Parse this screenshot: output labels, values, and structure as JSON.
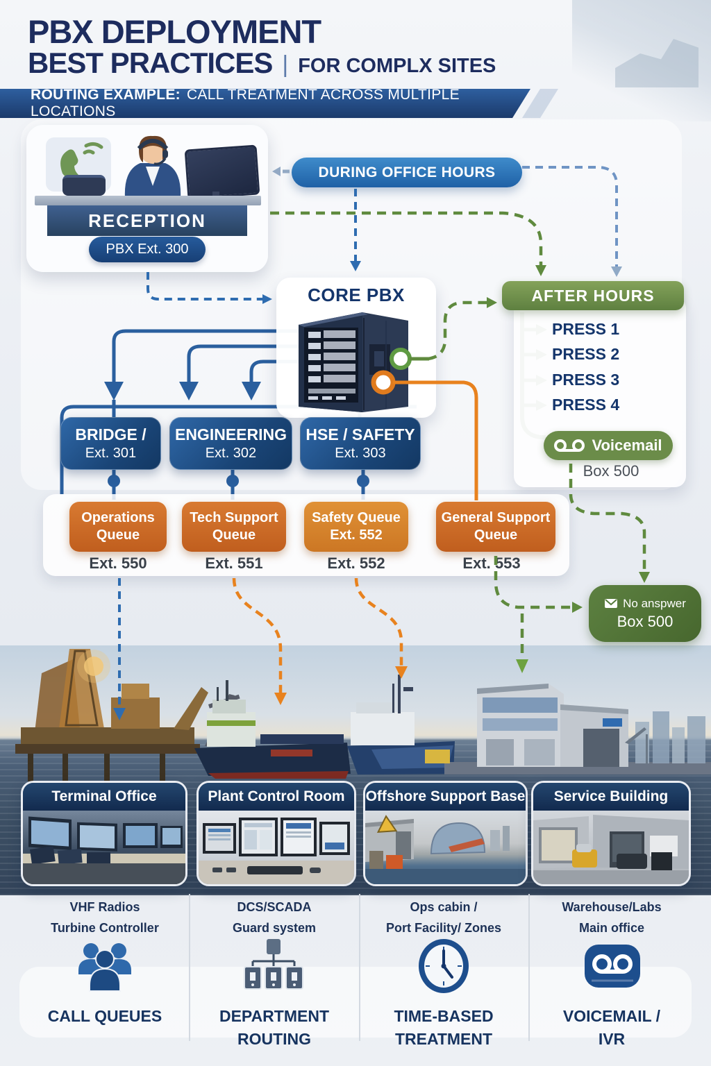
{
  "header": {
    "title_line1": "PBX DEPLOYMENT",
    "title_line2": "BEST PRACTICES",
    "title_divider": "|",
    "subtitle": "FOR COMPLX SITES",
    "banner_prefix": "ROUTING EXAMPLE:",
    "banner_text": "CALL TREATMENT ACROSS MULTIPLE LOCATIONS"
  },
  "reception": {
    "label": "RECEPTION",
    "extension": "PBX Ext. 300"
  },
  "flow": {
    "during_office_hours": "DURING OFFICE HOURS",
    "core_pbx": "CORE PBX",
    "after_hours": "AFTER HOURS",
    "press_options": [
      "PRESS 1",
      "PRESS 2",
      "PRESS 3",
      "PRESS 4"
    ],
    "voicemail_label": "Voicemail",
    "voicemail_box": "Box 500",
    "no_answer_line1": "No anspwer",
    "no_answer_line2": "Box 500"
  },
  "departments": [
    {
      "name": "BRIDGE /",
      "ext": "Ext. 301"
    },
    {
      "name": "ENGINEERING",
      "ext": "Ext. 302"
    },
    {
      "name": "HSE / SAFETY",
      "ext": "Ext. 303"
    }
  ],
  "queues": [
    {
      "line1": "Operations",
      "line2": "Queue",
      "ext": "Ext. 550"
    },
    {
      "line1": "Tech Support",
      "line2": "Queue",
      "ext": "Ext. 551"
    },
    {
      "line1": "Safety Queue",
      "line2": "Ext. 552",
      "ext": "Ext. 552"
    },
    {
      "line1": "General Support",
      "line2": "Queue",
      "ext": "Ext. 553"
    }
  ],
  "locations": [
    {
      "title": "Terminal Office",
      "desc_line1": "VHF Radios",
      "desc_line2": "Turbine Controller"
    },
    {
      "title": "Plant Control Room",
      "desc_line1": "DCS/SCADA",
      "desc_line2": "Guard system"
    },
    {
      "title": "Offshore Support Base",
      "desc_line1": "Ops cabin /",
      "desc_line2": "Port Facility/ Zones"
    },
    {
      "title": "Service Building",
      "desc_line1": "Warehouse/Labs",
      "desc_line2": "Main office"
    }
  ],
  "features": [
    {
      "icon": "call-queues-icon",
      "label_line1": "CALL QUEUES",
      "label_line2": ""
    },
    {
      "icon": "department-routing-icon",
      "label_line1": "DEPARTMENT",
      "label_line2": "ROUTING"
    },
    {
      "icon": "time-based-icon",
      "label_line1": "TIME-BASED",
      "label_line2": "TREATMENT"
    },
    {
      "icon": "voicemail-ivr-icon",
      "label_line1": "VOICEMAIL /",
      "label_line2": "IVR"
    }
  ],
  "colors": {
    "navy_text": "#14356b",
    "dept_blue": "#1a4577",
    "queue_orange": "#c05e1e",
    "line_blue": "#2e6cb0",
    "line_green": "#5f8a3e",
    "line_orange": "#e8821e",
    "after_green": "#6b8c49"
  }
}
